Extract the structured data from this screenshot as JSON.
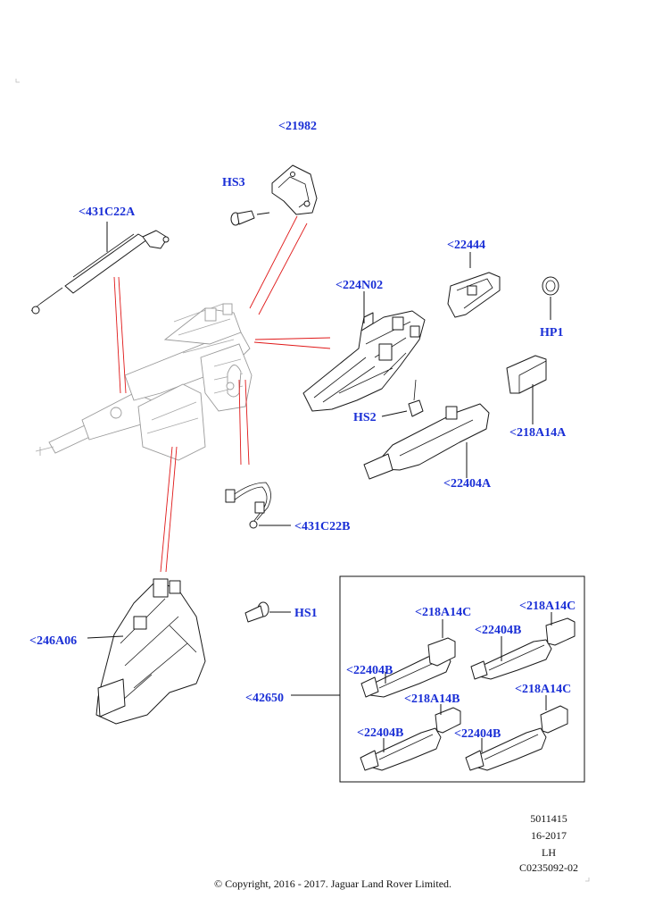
{
  "labels": {
    "p21982": "<21982",
    "hs3": "HS3",
    "p431c22a": "<431C22A",
    "p22444": "<22444",
    "p224n02": "<224N02",
    "hp1": "HP1",
    "hs2": "HS2",
    "p218a14a": "<218A14A",
    "p22404a": "<22404A",
    "p431c22b": "<431C22B",
    "hs1": "HS1",
    "p246a06": "<246A06",
    "p42650": "<42650",
    "kit_218a14c_1": "<218A14C",
    "kit_218a14c_2": "<218A14C",
    "kit_22404b_1": "<22404B",
    "kit_22404b_2": "<22404B",
    "kit_218a14b": "<218A14B",
    "kit_218a14c_3": "<218A14C",
    "kit_22404b_3": "<22404B",
    "kit_22404b_4": "<22404B"
  },
  "meta": {
    "code": "5011415",
    "date": "16-2017",
    "side": "LH",
    "ref": "C0235092-02"
  },
  "copyright": "© Copyright, 2016 - 2017. Jaguar Land Rover Limited.",
  "colors": {
    "label": "#1a2fd6",
    "leader_red": "#e01818",
    "line": "#1a1a1a"
  }
}
